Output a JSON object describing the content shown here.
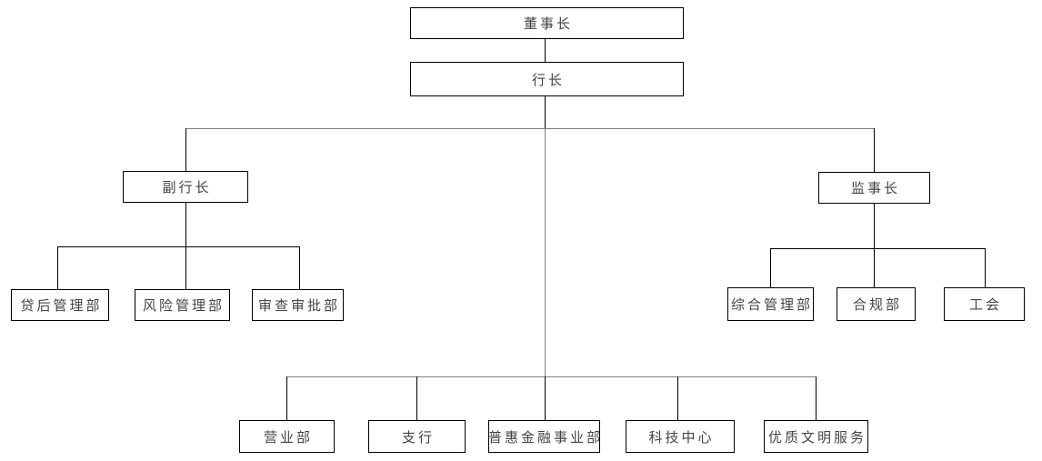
{
  "org_chart": {
    "colors": {
      "background": "#ffffff",
      "box_border": "#000000",
      "connector": "#000000",
      "connector_secondary": "#808080",
      "text": "#444444"
    },
    "nodes": {
      "chairman": {
        "label": "董事长"
      },
      "president": {
        "label": "行长"
      },
      "vice_president": {
        "label": "副行长"
      },
      "chief_supervisor": {
        "label": "监事长"
      },
      "post_loan_mgmt": {
        "label": "贷后管理部"
      },
      "risk_mgmt": {
        "label": "风险管理部"
      },
      "review_approval": {
        "label": "审查审批部"
      },
      "general_mgmt": {
        "label": "综合管理部"
      },
      "compliance": {
        "label": "合规部"
      },
      "labor_union": {
        "label": "工会"
      },
      "business_dept": {
        "label": "营业部"
      },
      "sub_branch": {
        "label": "支行"
      },
      "inclusive_finance": {
        "label": "普惠金融事业部"
      },
      "tech_center": {
        "label": "科技中心"
      },
      "quality_service": {
        "label": "优质文明服务"
      }
    },
    "edges": [
      {
        "from": "chairman",
        "to": "president"
      },
      {
        "from": "president",
        "to": "vice_president"
      },
      {
        "from": "president",
        "to": "chief_supervisor"
      },
      {
        "from": "president",
        "to": "business_dept"
      },
      {
        "from": "president",
        "to": "sub_branch"
      },
      {
        "from": "president",
        "to": "inclusive_finance"
      },
      {
        "from": "president",
        "to": "tech_center"
      },
      {
        "from": "president",
        "to": "quality_service"
      },
      {
        "from": "vice_president",
        "to": "post_loan_mgmt"
      },
      {
        "from": "vice_president",
        "to": "risk_mgmt"
      },
      {
        "from": "vice_president",
        "to": "review_approval"
      },
      {
        "from": "chief_supervisor",
        "to": "general_mgmt"
      },
      {
        "from": "chief_supervisor",
        "to": "compliance"
      },
      {
        "from": "chief_supervisor",
        "to": "labor_union"
      }
    ]
  }
}
